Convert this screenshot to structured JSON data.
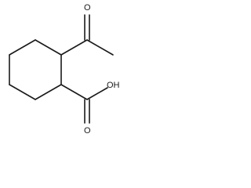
{
  "molecule": {
    "atoms": {
      "ketone_oxygen": "O",
      "hydroxyl": "OH",
      "carbonyl_oxygen": "O"
    },
    "colors": {
      "bond": "#1a1a1a",
      "background": "#ffffff"
    }
  }
}
